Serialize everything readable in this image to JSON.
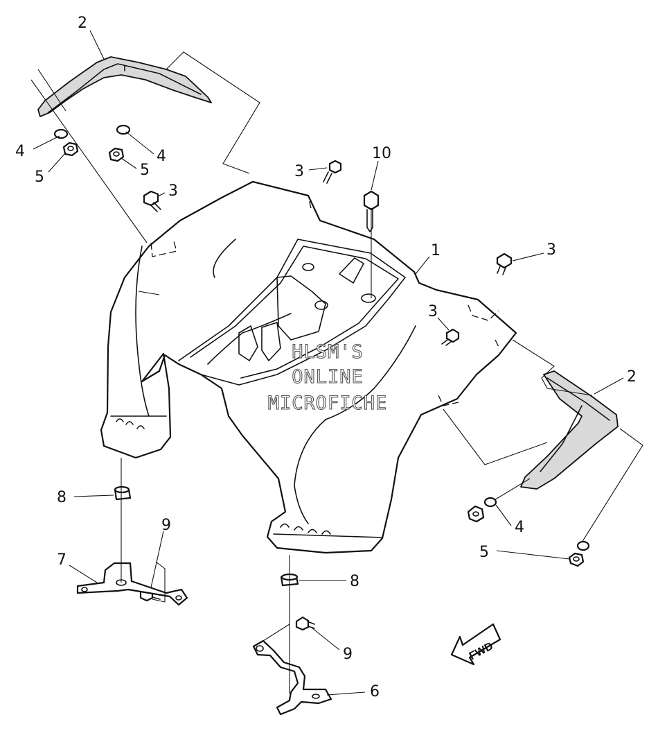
{
  "diagram": {
    "watermark": [
      "HLSM'S",
      "ONLINE",
      "MICROFICHE"
    ],
    "fwd_label": "FWD",
    "callouts": [
      {
        "id": "c2a",
        "text": "2"
      },
      {
        "id": "c4a",
        "text": "4"
      },
      {
        "id": "c5a",
        "text": "5"
      },
      {
        "id": "c4b",
        "text": "4"
      },
      {
        "id": "c5b",
        "text": "5"
      },
      {
        "id": "c3a",
        "text": "3"
      },
      {
        "id": "c3b",
        "text": "3"
      },
      {
        "id": "c10",
        "text": "10"
      },
      {
        "id": "c1",
        "text": "1"
      },
      {
        "id": "c3c",
        "text": "3"
      },
      {
        "id": "c3d",
        "text": "3"
      },
      {
        "id": "c2b",
        "text": "2"
      },
      {
        "id": "c8a",
        "text": "8"
      },
      {
        "id": "c9a",
        "text": "9"
      },
      {
        "id": "c7",
        "text": "7"
      },
      {
        "id": "c4c",
        "text": "4"
      },
      {
        "id": "c5c",
        "text": "5"
      },
      {
        "id": "c8b",
        "text": "8"
      },
      {
        "id": "c9b",
        "text": "9"
      },
      {
        "id": "c6",
        "text": "6"
      }
    ]
  }
}
